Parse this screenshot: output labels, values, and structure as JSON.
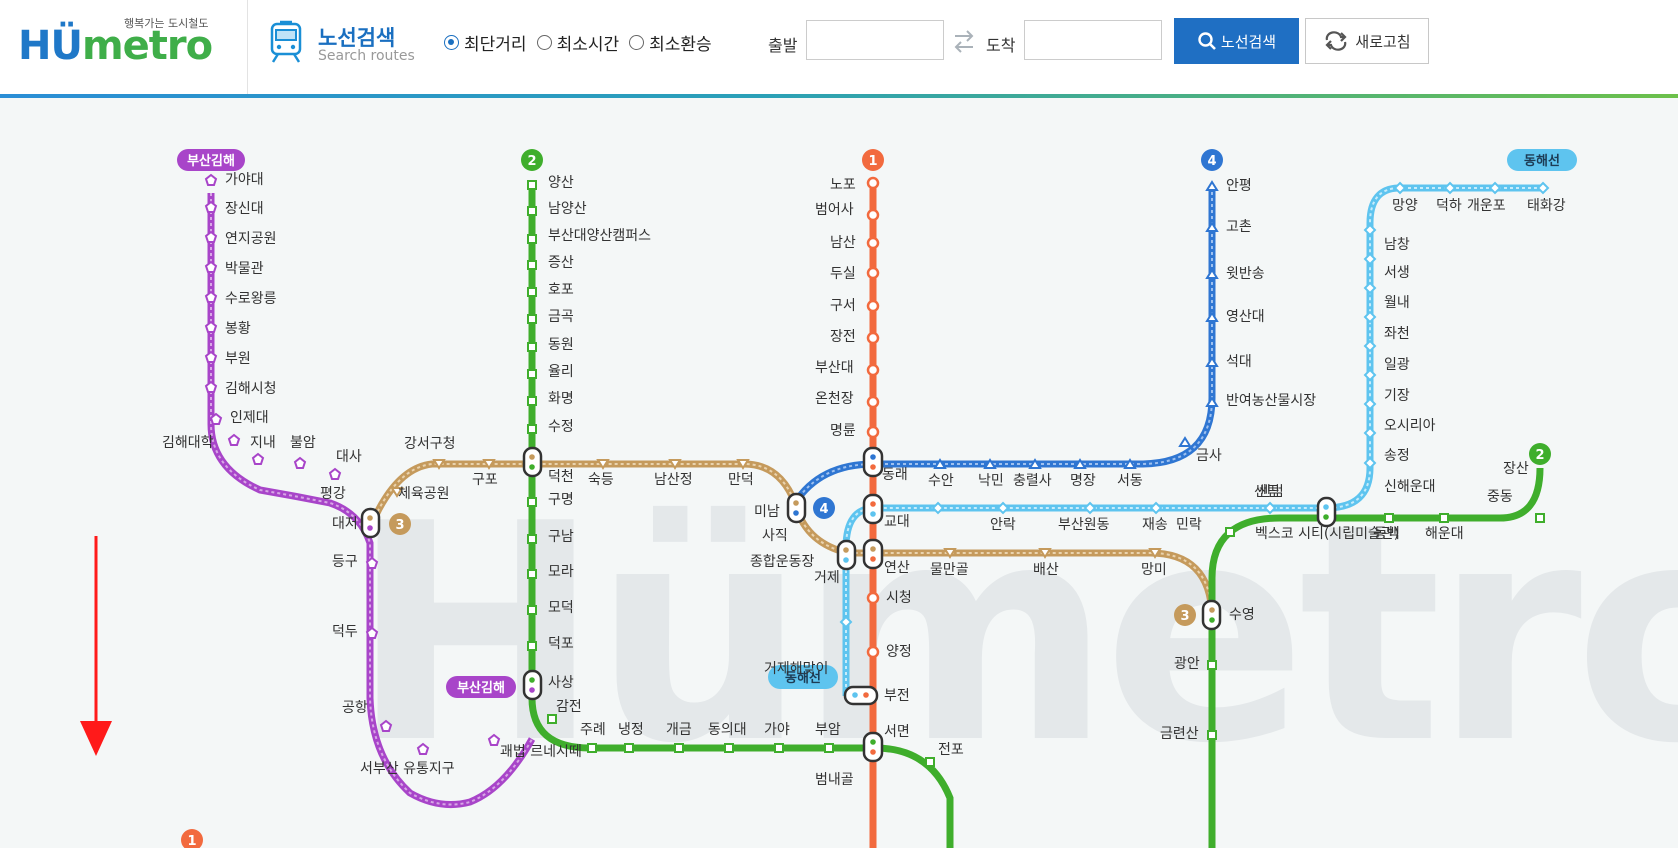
{
  "header": {
    "logo_text_a": "HÜ",
    "logo_text_b": "metro",
    "logo_sub": "행복가는 도시철도",
    "search_title": "노선검색",
    "search_subtitle": "Search routes",
    "options": [
      {
        "label": "최단거리",
        "selected": true
      },
      {
        "label": "최소시간",
        "selected": false
      },
      {
        "label": "최소환승",
        "selected": false
      }
    ],
    "departure_label": "출발",
    "departure_value": "",
    "arrival_label": "도착",
    "arrival_value": "",
    "search_button": "노선검색",
    "refresh_button": "새로고침"
  },
  "map": {
    "watermark": "Hümetro",
    "line_badges": {
      "bgl": "부산김해",
      "l2": "2",
      "l1": "1",
      "l4": "4",
      "donghae": "동해선",
      "l3": "3"
    },
    "stations": {
      "line_bgl": [
        "가야대",
        "장신대",
        "연지공원",
        "박물관",
        "수로왕릉",
        "봉황",
        "부원",
        "김해시청",
        "인제대",
        "김해대학",
        "지내",
        "불암",
        "대사",
        "평강",
        "대저",
        "등구",
        "덕두",
        "공항",
        "서부산\n유통지구",
        "괘법\n르네시떼"
      ],
      "line_2": [
        "양산",
        "남양산",
        "부산대양산캠퍼스",
        "증산",
        "호포",
        "금곡",
        "동원",
        "율리",
        "화명",
        "수정",
        "덕천",
        "구명",
        "구남",
        "모라",
        "모덕",
        "덕포",
        "사상",
        "감전",
        "주례",
        "냉정",
        "개금",
        "동의대",
        "가야",
        "부암",
        "서면",
        "전포",
        "장산",
        "중동",
        "해운대",
        "동백",
        "벡스코\n시티(시립미술관)",
        "센텀",
        "민락",
        "수영",
        "광안",
        "금련산"
      ],
      "line_1": [
        "노포",
        "범어사",
        "남산",
        "두실",
        "구서",
        "장전",
        "부산대",
        "온천장",
        "명륜",
        "동래",
        "교대",
        "연산",
        "시청",
        "양정",
        "부전",
        "범내골"
      ],
      "line_3": [
        "강서구청",
        "체육공원",
        "구포",
        "숙등",
        "남산정",
        "만덕",
        "미남",
        "사직",
        "종합운동장",
        "거제",
        "물만골",
        "배산",
        "망미"
      ],
      "line_4": [
        "안평",
        "고촌",
        "윗반송",
        "영산대",
        "석대",
        "반여농산물시장",
        "금사",
        "서동",
        "명장",
        "충렬사",
        "낙민",
        "수안"
      ],
      "line_donghae": [
        "태화강",
        "개운포",
        "덕하",
        "망양",
        "남창",
        "서생",
        "월내",
        "좌천",
        "일광",
        "기장",
        "오시리아",
        "송정",
        "신해운대",
        "센텀",
        "재송",
        "부산원동",
        "안락",
        "거제해맞이"
      ]
    },
    "colors": {
      "line1": "#f26a3e",
      "line2": "#3fae2c",
      "line3": "#c59a5c",
      "line4": "#2f76d2",
      "bgl": "#a845c9",
      "donghae": "#5ec4ef",
      "accent": "#1f6fc3"
    },
    "icons": [
      "scroll-arrow-down-icon",
      "train-icon",
      "search-icon",
      "swap-arrows-icon",
      "refresh-icon"
    ]
  }
}
